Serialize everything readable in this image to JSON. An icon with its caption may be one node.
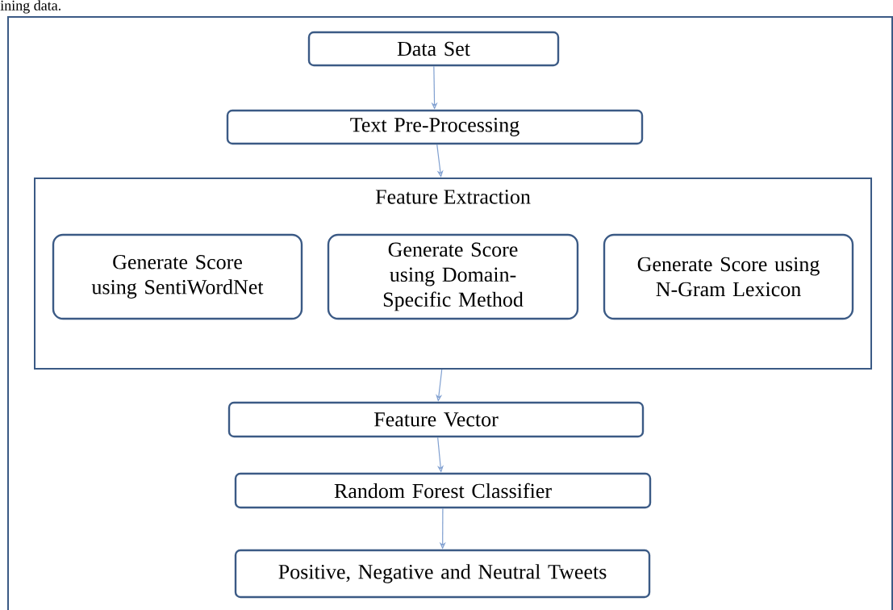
{
  "diagram": {
    "nodes": [
      {
        "text": [
          "Data Set"
        ]
      },
      {
        "text": [
          "Text Pre-Processing"
        ]
      },
      {
        "text": [
          "Feature Extraction"
        ]
      },
      {
        "text": [
          "Generate Score using SentiWordNet"
        ],
        "in": 2
      },
      {
        "text": [
          "Generate Score using Domain-Specific Method"
        ],
        "in": 2
      },
      {
        "text": [
          "Generate Score using N-Gram Lexicon"
        ],
        "in": 2
      },
      {
        "text": [
          "Feature Vector"
        ]
      },
      {
        "text": [
          "Random Forest Classifier"
        ]
      },
      {
        "text": [
          "Positive, Negative and Neutral Tweets"
        ]
      }
    ],
    "edges": [
      {
        "from": 0,
        "to": 1,
        "arrow": "to"
      },
      {
        "from": 1,
        "to": 2,
        "arrow": "to"
      },
      {
        "from": 2,
        "to": 6,
        "arrow": "to"
      },
      {
        "from": 6,
        "to": 7,
        "arrow": "to"
      },
      {
        "from": 7,
        "to": 8,
        "arrow": "to"
      }
    ],
    "labels": [
      "ining data."
    ]
  }
}
